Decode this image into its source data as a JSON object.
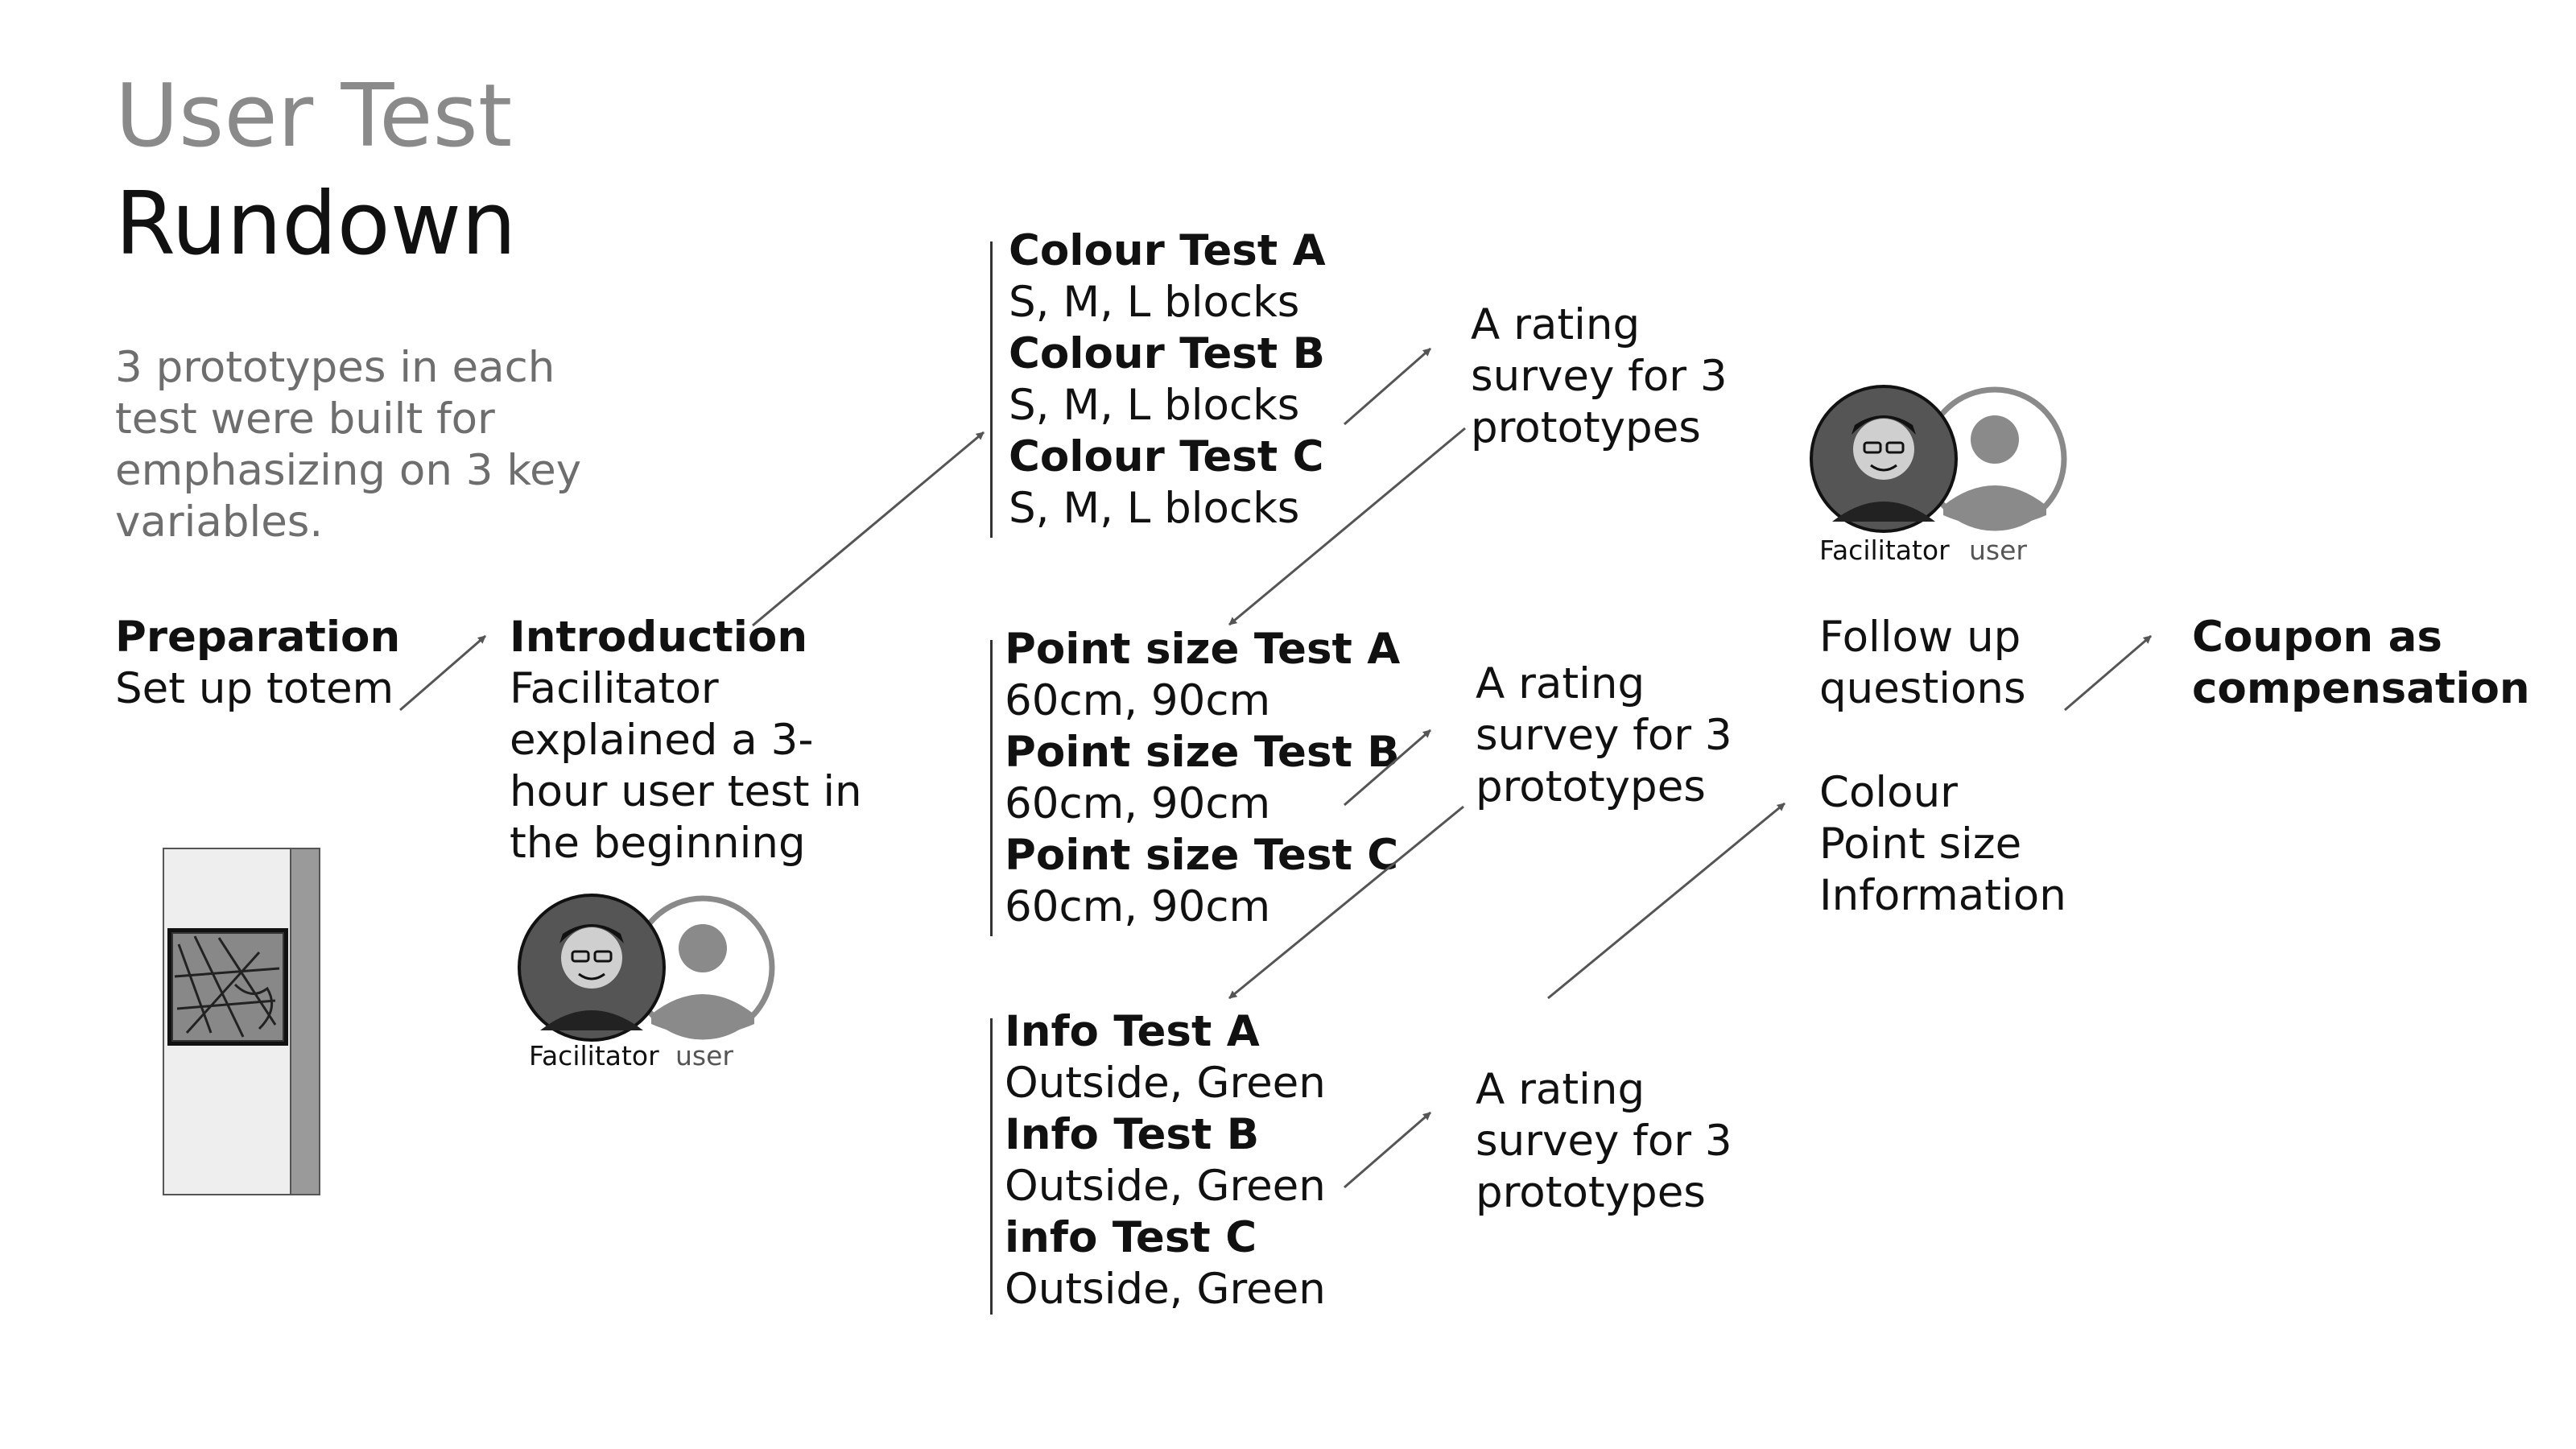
{
  "title": {
    "line1": "User Test",
    "line2": "Rundown"
  },
  "intro": "3 prototypes in each test were built for emphasizing on 3 key variables.",
  "preparation": {
    "heading": "Preparation",
    "text": "Set up totem"
  },
  "introduction": {
    "heading": "Introduction",
    "text": "Facilitator explained a 3-hour user test in the beginning"
  },
  "roles": {
    "facilitator": "Facilitator",
    "user": "user"
  },
  "colour_tests": [
    {
      "name": "Colour Test A",
      "detail": "S, M, L blocks"
    },
    {
      "name": "Colour Test B",
      "detail": "S, M, L blocks"
    },
    {
      "name": "Colour Test C",
      "detail": "S, M, L blocks"
    }
  ],
  "point_tests": [
    {
      "name": "Point size Test A",
      "detail": "60cm, 90cm"
    },
    {
      "name": "Point size  Test B",
      "detail": "60cm, 90cm"
    },
    {
      "name": "Point size  Test C",
      "detail": "60cm, 90cm"
    }
  ],
  "info_tests": [
    {
      "name": "Info Test A",
      "detail": "Outside, Green"
    },
    {
      "name": "Info Test B",
      "detail": "Outside, Green"
    },
    {
      "name": "info Test C",
      "detail": "Outside, Green"
    }
  ],
  "survey": {
    "line1": "A rating",
    "line2": "survey for 3",
    "line3": "prototypes"
  },
  "follow_up": {
    "line1": "Follow up",
    "line2": "questions"
  },
  "topics": {
    "line1": "Colour",
    "line2": "Point size",
    "line3": "Information"
  },
  "coupon": {
    "line1": "Coupon as",
    "line2": "compensation"
  },
  "colors": {
    "title_grey": "#8a8a8a",
    "text": "#111111",
    "accent_grey": "#6e6e6e"
  }
}
